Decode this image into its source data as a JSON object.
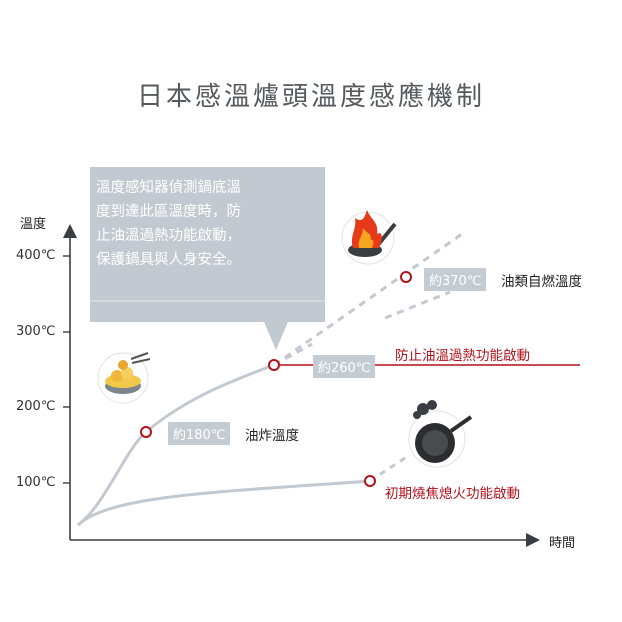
{
  "title": "日本感溫爐頭溫度感應機制",
  "callout": {
    "lines": [
      "溫度感知器偵測鍋底溫",
      "度到達此區溫度時，防",
      "止油溫過熱功能啟動，",
      "保護鍋具與人身安全。"
    ]
  },
  "axes": {
    "y_label": "溫度",
    "x_label": "時間",
    "ticks": [
      "400℃",
      "300℃",
      "200℃",
      "100℃"
    ]
  },
  "markers": {
    "oil_fry": {
      "tag": "約180℃",
      "label": "油炸溫度"
    },
    "overheat": {
      "tag": "約260℃",
      "label": "防止油溫過熱功能啟動"
    },
    "autoignite": {
      "tag": "約370℃",
      "label": "油類自燃溫度"
    },
    "burn_off": {
      "label": "初期燒焦熄火功能啟動"
    }
  },
  "icons": [
    "fried-food-pot-icon",
    "flaming-pan-icon",
    "burnt-pan-icon"
  ],
  "colors": {
    "curve": "#c3c9d0",
    "red": "#b3101a",
    "axis": "#3a3d42",
    "callout_bg": "#c3c9d0"
  }
}
